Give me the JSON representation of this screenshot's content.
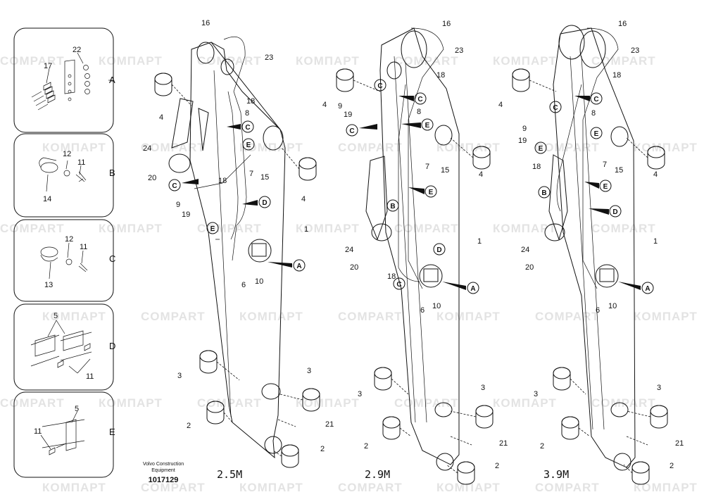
{
  "watermark": {
    "text_latin": "COMPART",
    "text_cyrillic": "КОМПАРТ"
  },
  "details": [
    {
      "letter": "A",
      "callouts": [
        "22",
        "17"
      ]
    },
    {
      "letter": "B",
      "callouts": [
        "12",
        "11",
        "14"
      ]
    },
    {
      "letter": "C",
      "callouts": [
        "12",
        "11",
        "13"
      ]
    },
    {
      "letter": "D",
      "callouts": [
        "5",
        "11"
      ]
    },
    {
      "letter": "E",
      "callouts": [
        "5",
        "11"
      ]
    }
  ],
  "variants": [
    {
      "label": "2.5M",
      "callouts": [
        "16",
        "23",
        "4",
        "18",
        "8",
        "C",
        "24",
        "20",
        "C",
        "18",
        "9",
        "19",
        "E",
        "E",
        "7",
        "15",
        "4",
        "D",
        "1",
        "A",
        "6",
        "10",
        "3",
        "3",
        "2",
        "21",
        "2"
      ]
    },
    {
      "label": "2.9M",
      "callouts": [
        "16",
        "23",
        "4",
        "9",
        "19",
        "C",
        "18",
        "C",
        "8",
        "C",
        "E",
        "7",
        "15",
        "E",
        "4",
        "B",
        "24",
        "20",
        "18",
        "D",
        "1",
        "A",
        "6",
        "10",
        "C",
        "3",
        "3",
        "2",
        "21",
        "2"
      ]
    },
    {
      "label": "3.9M",
      "callouts": [
        "16",
        "23",
        "4",
        "C",
        "18",
        "C",
        "8",
        "9",
        "19",
        "E",
        "18",
        "E",
        "7",
        "15",
        "E",
        "4",
        "B",
        "D",
        "24",
        "20",
        "1",
        "A",
        "6",
        "10",
        "3",
        "3",
        "2",
        "21",
        "2"
      ]
    }
  ],
  "doc": {
    "company": "Volvo Construction Equipment",
    "company_line1": "Volvo Construction",
    "company_line2": "Equipment",
    "number": "1017129"
  }
}
